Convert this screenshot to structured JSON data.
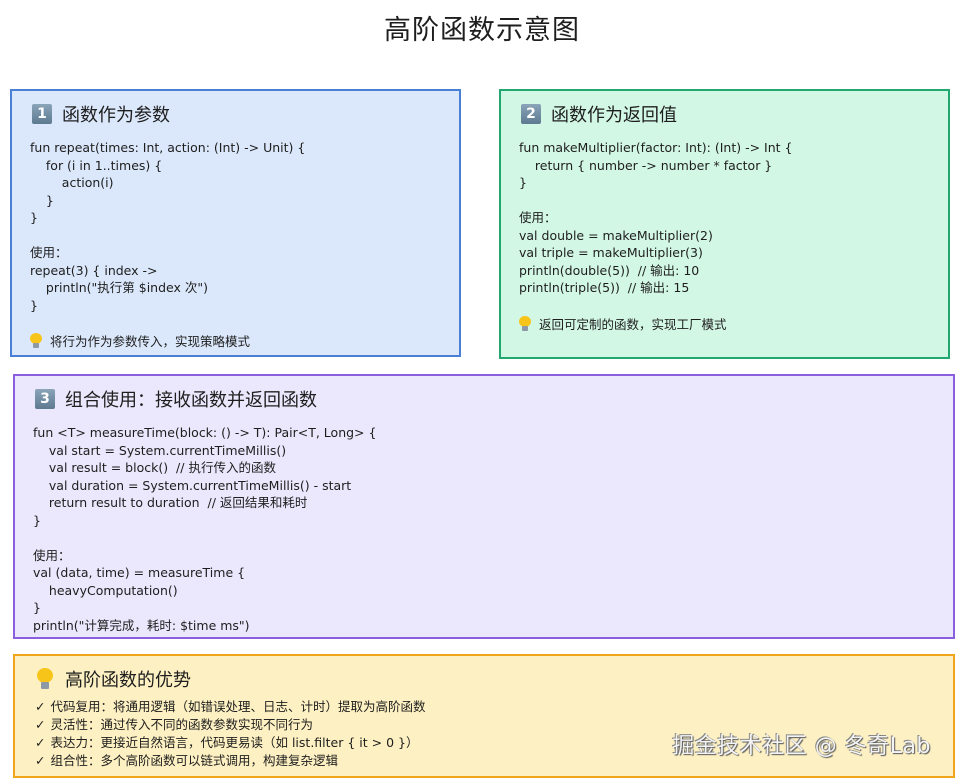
{
  "title": "高阶函数示意图",
  "colors": {
    "panel1_bg": "#dbe8fb",
    "panel1_border": "#4a7fd6",
    "panel2_bg": "#d3f7e5",
    "panel2_border": "#22a86e",
    "panel3_bg": "#ebe7fc",
    "panel3_border": "#8a5fe0",
    "panel4_bg": "#fdf0c2",
    "panel4_border": "#f0a51c"
  },
  "panels": [
    {
      "badge": "1",
      "heading": "函数作为参数",
      "code": "fun repeat(times: Int, action: (Int) -> Unit) {\n    for (i in 1..times) {\n        action(i)\n    }\n}\n\n使用：\nrepeat(3) { index ->\n    println(\"执行第 $index 次\")\n}",
      "note": "将行为作为参数传入，实现策略模式",
      "note_icon": "lightbulb-icon"
    },
    {
      "badge": "2",
      "heading": "函数作为返回值",
      "code": "fun makeMultiplier(factor: Int): (Int) -> Int {\n    return { number -> number * factor }\n}\n\n使用：\nval double = makeMultiplier(2)\nval triple = makeMultiplier(3)\nprintln(double(5))  // 输出: 10\nprintln(triple(5))  // 输出: 15",
      "note": "返回可定制的函数，实现工厂模式",
      "note_icon": "lightbulb-icon"
    },
    {
      "badge": "3",
      "heading": "组合使用：接收函数并返回函数",
      "code": "fun <T> measureTime(block: () -> T): Pair<T, Long> {\n    val start = System.currentTimeMillis()\n    val result = block()  // 执行传入的函数\n    val duration = System.currentTimeMillis() - start\n    return result to duration  // 返回结果和耗时\n}\n\n使用：\nval (data, time) = measureTime {\n    heavyComputation()\n}\nprintln(\"计算完成，耗时: $time ms\")"
    }
  ],
  "advantages": {
    "heading": "高阶函数的优势",
    "icon": "lightbulb-icon",
    "check_mark": "✓",
    "items": [
      "代码复用：将通用逻辑（如错误处理、日志、计时）提取为高阶函数",
      "灵活性：通过传入不同的函数参数实现不同行为",
      "表达力：更接近自然语言，代码更易读（如 list.filter { it > 0 }）",
      "组合性：多个高阶函数可以链式调用，构建复杂逻辑"
    ]
  },
  "watermark": "掘金技术社区 @ 冬奇Lab"
}
